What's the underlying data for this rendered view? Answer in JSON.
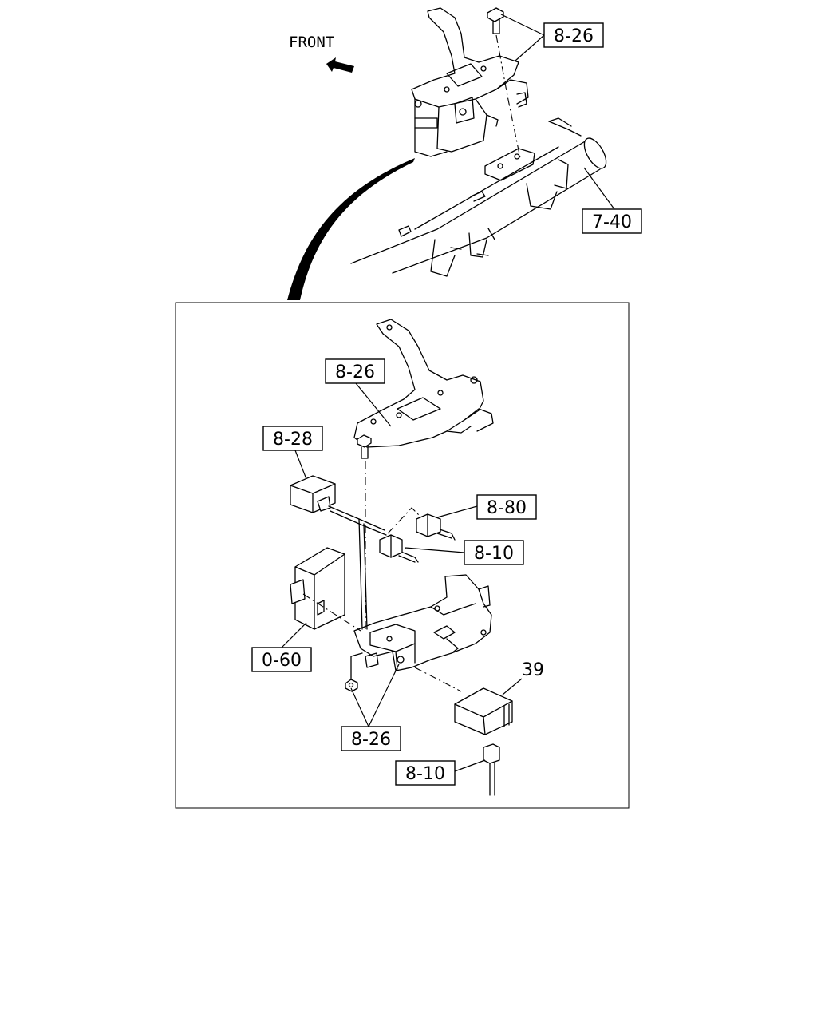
{
  "orientation": {
    "label": "FRONT",
    "icon": "arrow-front-icon"
  },
  "callouts": {
    "top_bolt": "8-26",
    "frame": "7-40",
    "bracket_detail": "8-26",
    "relay_left": "8-28",
    "connector_right": "8-80",
    "connector_mid": "8-10",
    "control_unit": "0-60",
    "fasteners_bottom": "8-26",
    "cover_part": "39",
    "connector_bottom": "8-10"
  }
}
